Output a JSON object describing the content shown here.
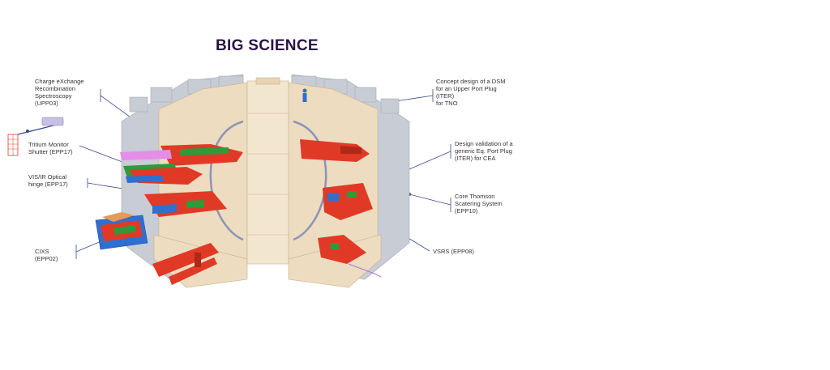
{
  "title": "BIG SCIENCE",
  "labels": {
    "upp03": "Charge eXchange\nRecombination\nSpectroscopy\n(UPP03)",
    "epp17_shutter": "Tritium Monitor\nShutter (EPP17)",
    "epp17_hinge": "VIS/IR Optical\nhinge (EPP17)",
    "epp02": "CIXS\n(EPP02)",
    "dsm": "Concept design of a DSM\nfor an Upper Port Plug\n(ITER)\nfor TNO",
    "eq_port": "Design validation of a\ngeneric Eq. Port Plug\n(ITER) for CEA",
    "epp10": "Core Thomson\nScatering System\n(EPP10)",
    "epp08": "VSRS (EPP08)"
  },
  "colors": {
    "title": "#2a1244",
    "leader": "#3b4a8a",
    "structure": "#eddcc0",
    "structure_dark": "#d6bf98",
    "coil": "#c8ccd4",
    "highlight_red": "#e03a26",
    "highlight_green": "#2e9a3a",
    "highlight_blue": "#2f6fd0",
    "highlight_pink": "#e58ee8"
  }
}
